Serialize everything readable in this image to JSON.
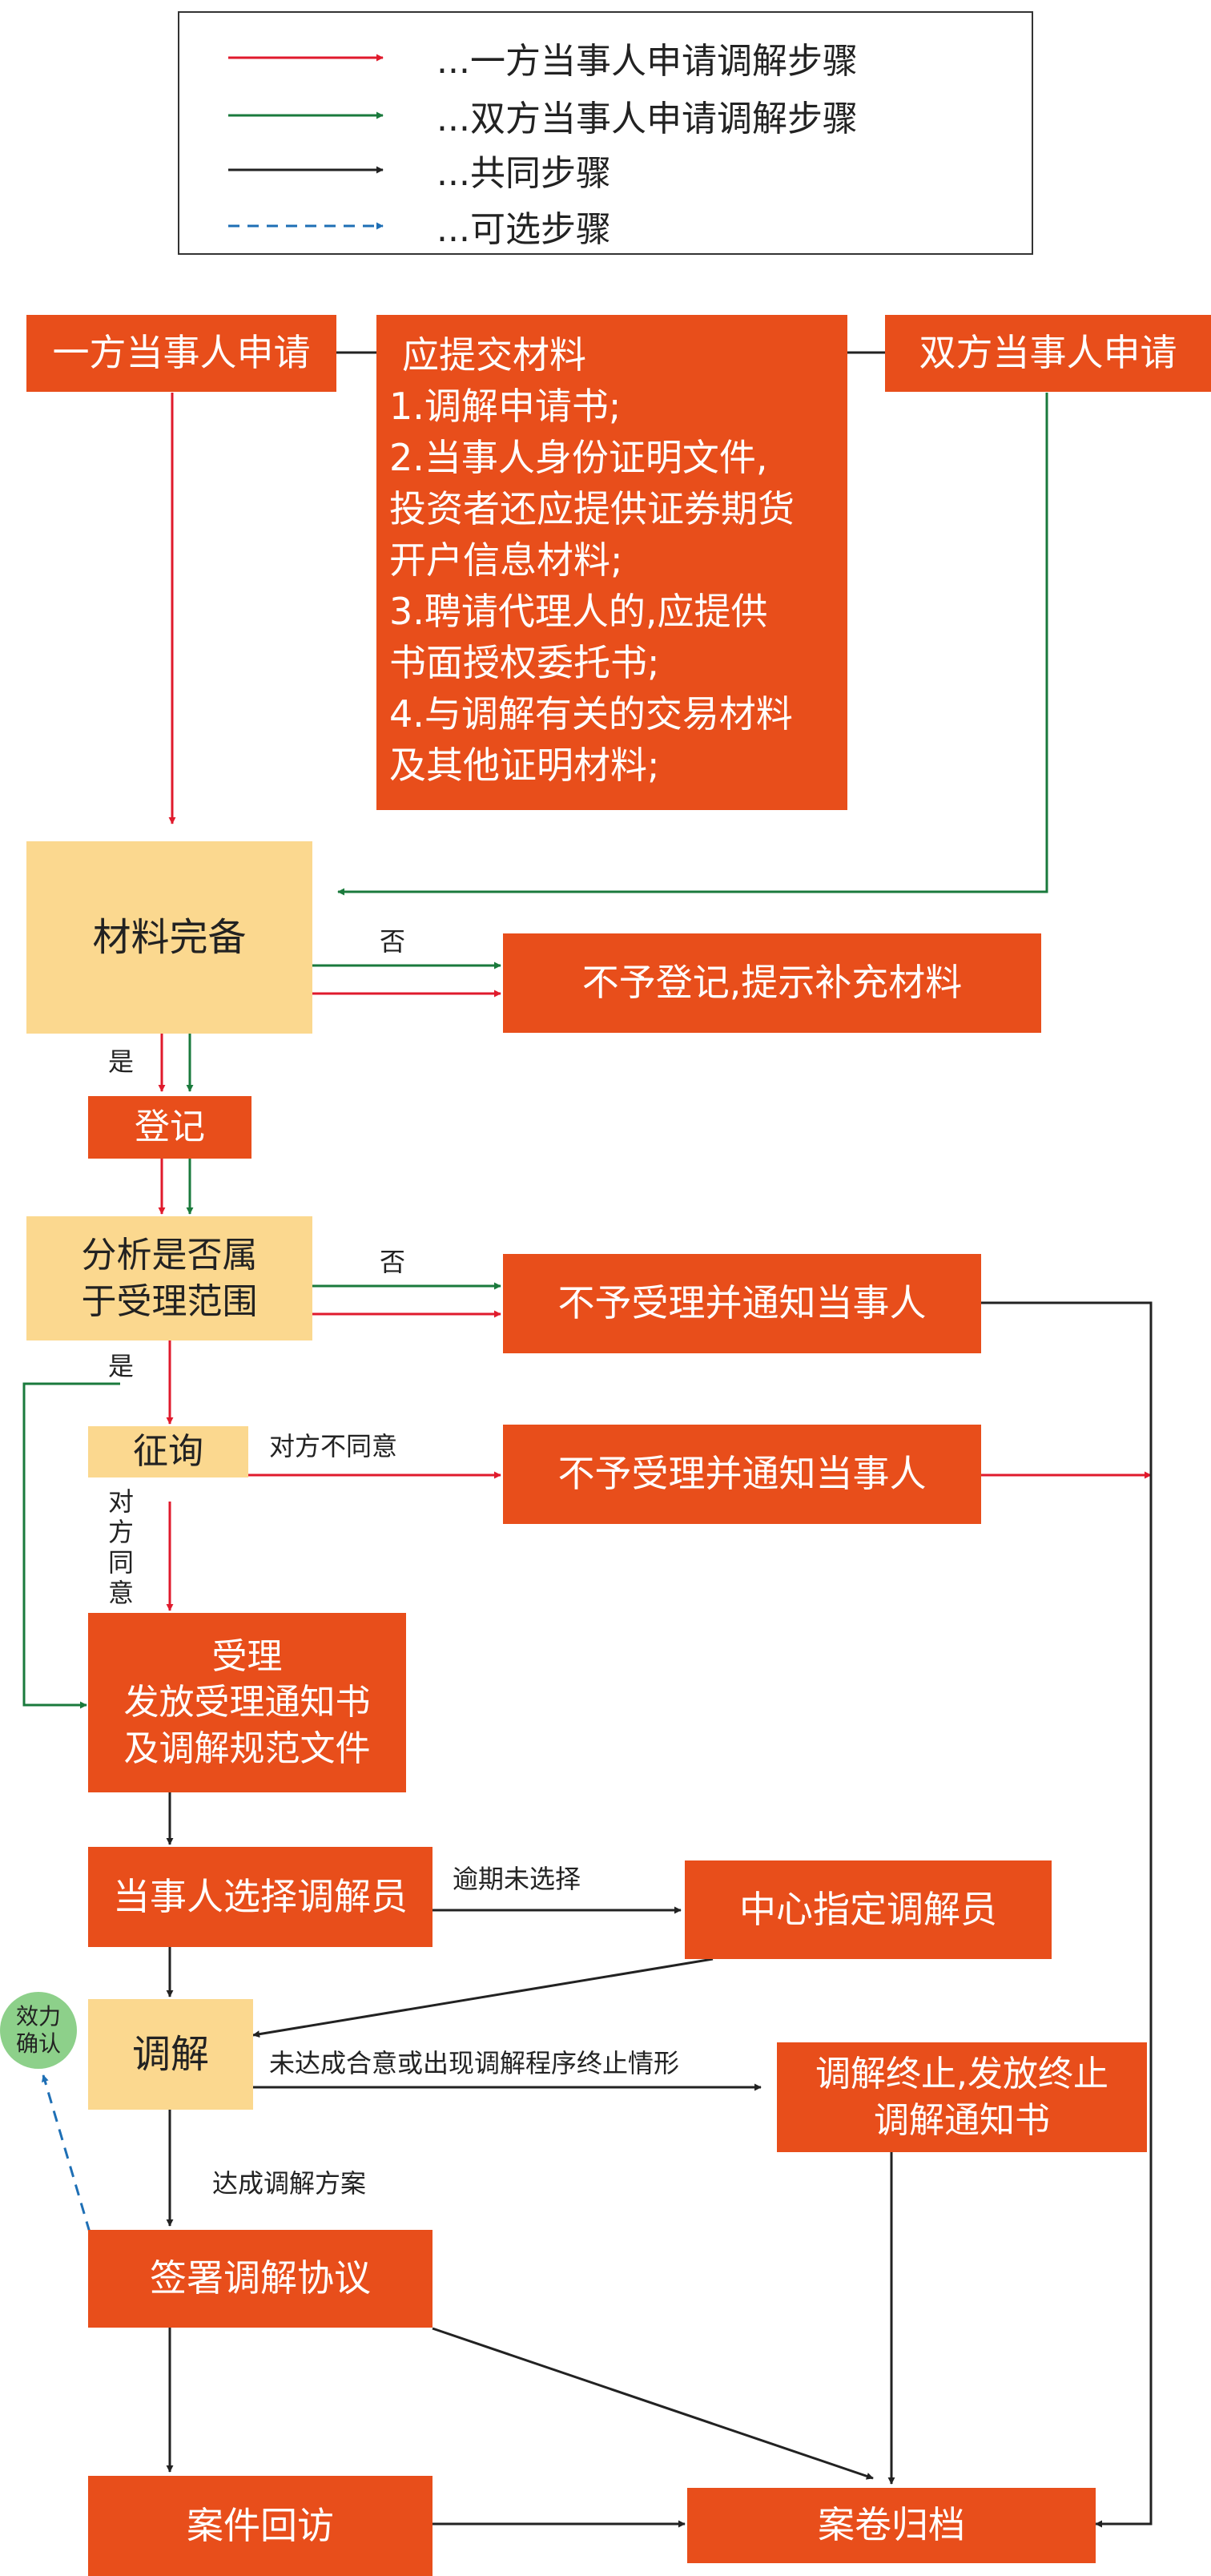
{
  "legend": {
    "one_party": "...一方当事人申请调解步骤",
    "both_parties": "...双方当事人申请调解步骤",
    "common": "...共同步骤",
    "optional": "...可选步骤"
  },
  "colors": {
    "orange": "#e84e1b",
    "yellow": "#fbd88f",
    "red_arrow": "#e01a2c",
    "green_arrow": "#1a7a3c",
    "black_arrow": "#222222",
    "blue_dashed": "#1e6fb5",
    "green_circle": "#8dd08a"
  },
  "nodes": {
    "one_party_apply": "一方当事人申请",
    "both_party_apply": "双方当事人申请",
    "materials_title": "应提交材料",
    "materials_items": [
      "1.调解申请书;",
      "2.当事人身份证明文件,",
      "投资者还应提供证券期货",
      "开户信息材料;",
      "3.聘请代理人的,应提供",
      "书面授权委托书;",
      "4.与调解有关的交易材料",
      "及其他证明材料;"
    ],
    "materials_complete": "材料完备",
    "not_registered": "不予登记,提示补充材料",
    "register": "登记",
    "analyze_line1": "分析是否属",
    "analyze_line2": "于受理范围",
    "not_accept_1": "不予受理并通知当事人",
    "inquiry": "征询",
    "not_accept_2": "不予受理并通知当事人",
    "accept_line1": "受理",
    "accept_line2": "发放受理通知书",
    "accept_line3": "及调解规范文件",
    "choose_mediator": "当事人选择调解员",
    "center_assign": "中心指定调解员",
    "mediate": "调解",
    "terminate_line1": "调解终止,发放终止",
    "terminate_line2": "调解通知书",
    "sign_agreement": "签署调解协议",
    "revisit": "案件回访",
    "archive": "案卷归档",
    "effect_line1": "效力",
    "effect_line2": "确认"
  },
  "edge_labels": {
    "no_1": "否",
    "yes_1": "是",
    "no_2": "否",
    "yes_2": "是",
    "other_disagree": "对方不同意",
    "other_agree": "对方同意",
    "overdue": "逾期未选择",
    "not_reached": "未达成合意或出现调解程序终止情形",
    "reached": "达成调解方案"
  }
}
